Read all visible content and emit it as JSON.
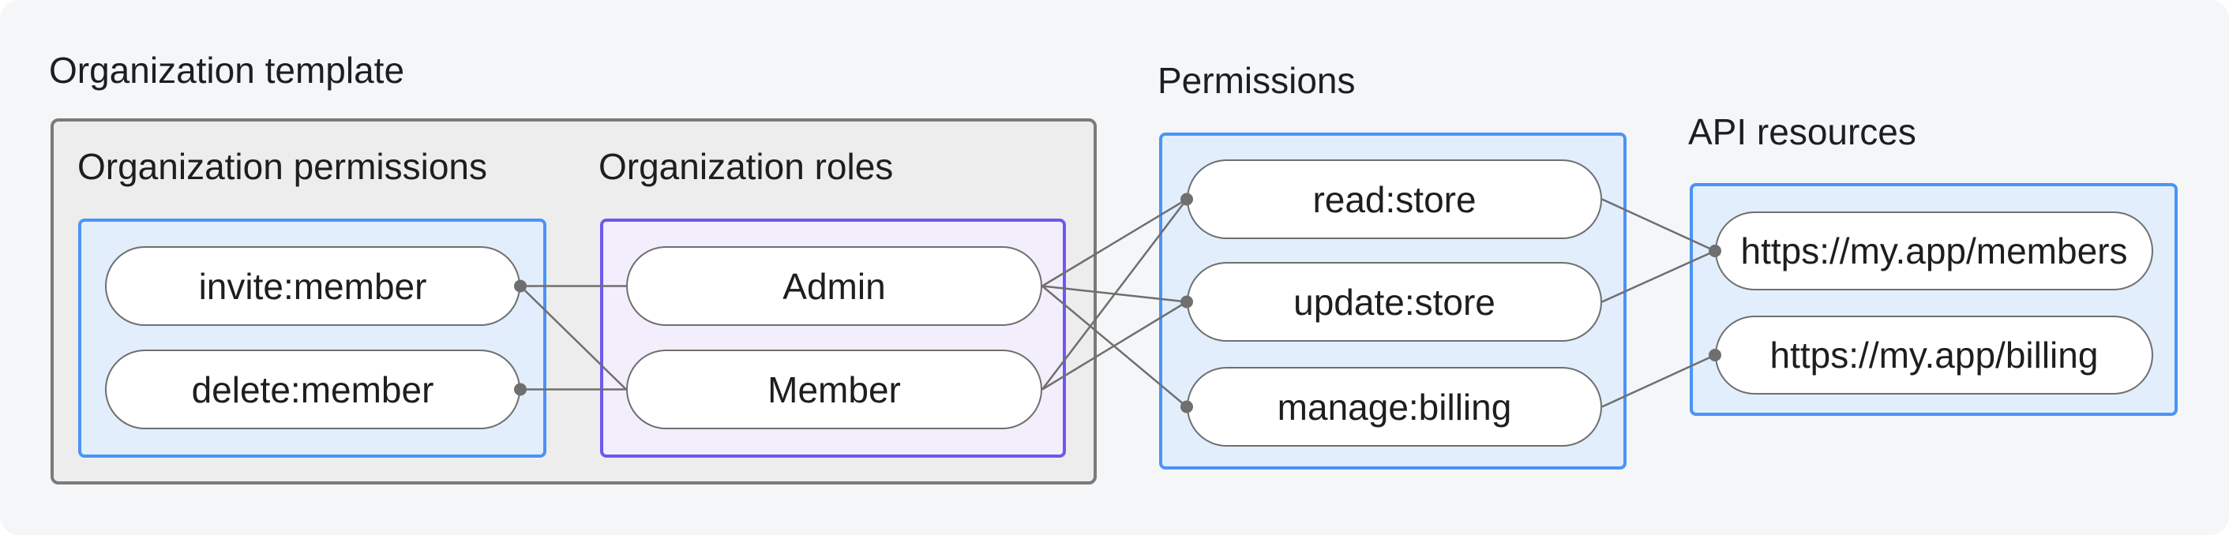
{
  "title": {
    "text": "Organization template"
  },
  "groups": {
    "orgPermissions": {
      "label": "Organization permissions"
    },
    "orgRoles": {
      "label": "Organization roles"
    },
    "permissions": {
      "label": "Permissions"
    },
    "apiResources": {
      "label": "API resources"
    }
  },
  "nodes": {
    "invite": {
      "label": "invite:member"
    },
    "delete": {
      "label": "delete:member"
    },
    "admin": {
      "label": "Admin"
    },
    "member": {
      "label": "Member"
    },
    "read": {
      "label": "read:store"
    },
    "update": {
      "label": "update:store"
    },
    "manage": {
      "label": "manage:billing"
    },
    "members_api": {
      "label": "https://my.app/members"
    },
    "billing_api": {
      "label": "https://my.app/billing"
    }
  },
  "edges": [
    {
      "from": "invite",
      "to": "admin"
    },
    {
      "from": "invite",
      "to": "member"
    },
    {
      "from": "delete",
      "to": "member"
    },
    {
      "from": "admin",
      "to": "read"
    },
    {
      "from": "admin",
      "to": "update"
    },
    {
      "from": "admin",
      "to": "manage"
    },
    {
      "from": "member",
      "to": "read"
    },
    {
      "from": "member",
      "to": "update"
    },
    {
      "from": "read",
      "to": "members_api"
    },
    {
      "from": "update",
      "to": "members_api"
    },
    {
      "from": "manage",
      "to": "billing_api"
    }
  ],
  "colors": {
    "background": "#F5F6F7",
    "grayBoxFill": "#EDEDED",
    "grayBoxBorder": "#7A7A7A",
    "blueBoxFill": "#E2EEFC",
    "blueBoxBorder": "#4B93F7",
    "purpleBoxFill": "#F3EEFC",
    "purpleBoxBorder": "#7156F0",
    "line": "#6F6F6F",
    "text": "#1D1E20"
  }
}
